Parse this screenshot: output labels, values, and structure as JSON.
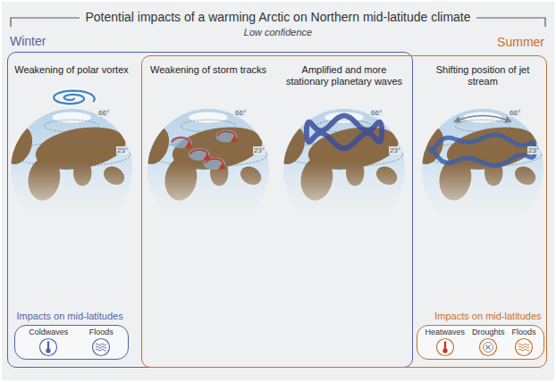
{
  "diagram": {
    "title": "Potential impacts of a warming Arctic on Northern mid-latitude climate",
    "nodes": [
      {
        "text": [
          "Winter"
        ]
      },
      {
        "text": [
          "Summer"
        ]
      },
      {
        "text": [
          "Impacts on mid-latitudes"
        ],
        "in": 0
      },
      {
        "text": [
          "Coldwaves"
        ],
        "in": 2
      },
      {
        "text": [
          "Floods"
        ],
        "in": 2
      },
      {
        "text": [
          "Impacts on mid-latitudes"
        ],
        "in": 1
      },
      {
        "text": [
          "Heatwaves"
        ],
        "in": 5
      },
      {
        "text": [
          "Droughts"
        ],
        "in": 5
      },
      {
        "text": [
          "Floods"
        ],
        "in": 5
      }
    ],
    "labels": [
      "Low confidence",
      "Weakening of polar vortex",
      "66°",
      "23°",
      "Weakening of storm tracks",
      "66°",
      "23°",
      "Amplified and more stationary planetary waves",
      "66°",
      "23°",
      "Shifting position of jet stream",
      "66°",
      "23°"
    ]
  }
}
